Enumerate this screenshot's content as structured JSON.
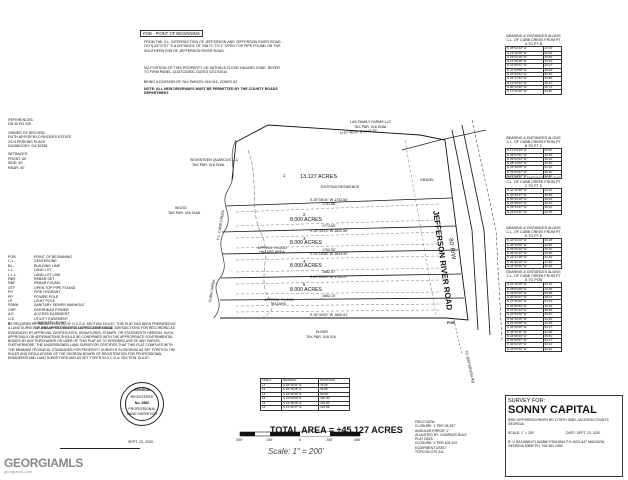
{
  "pob": {
    "title": "POB - POINT OF BEGINNING",
    "text": "FROM THE C.L. INTERSECTION OF JEFFERSON AND JEFFERSON RIVER ROAD, GO N 34°27'07\" E A DISTANCE OF 348.71' TO 1\" OPEN TOP PIPE FOUND ON THE SOUTHERN R/W OF JEFFERSON RIVER ROAD.",
    "flood": "NO PORTION OF THIS PROPERTY LIE WITHIN A FLOOD HAZARD ZONE. REFER TO FIRM PANEL 13157C0250C DATED 12/17/2010.",
    "division": "BEING A DIVISION OF TAX PARCEL 016 015, ZONED A2",
    "drive": "NOTE: ALL NEW DRIVEWAYS MUST BE PERMITTED BY THE COUNTY ROADS DEPARTMENT."
  },
  "left_info": {
    "reference": [
      "REFERENCES:",
      "DB 30 PG 225"
    ],
    "owner": [
      "OWNER OF RECORD:",
      "RUTH APPLEFIELD RHODES ESTATE",
      "2374 PERKINS PLACE",
      "DUNWOODY, GA 30338"
    ],
    "setbacks": [
      "SETBACKS:",
      "FRONT: 50'",
      "SIDE: 40'",
      "REAR: 40'"
    ]
  },
  "legend": [
    {
      "ab": "POB",
      "desc": "POINT OF BEGINNING"
    },
    {
      "ab": "C.L.",
      "desc": "CENTERLINE"
    },
    {
      "ab": "B.L.",
      "desc": "BUILDING LINE"
    },
    {
      "ab": "L.L.",
      "desc": "LAND LOT"
    },
    {
      "ab": "L.L.L.",
      "desc": "LAND LOT LINE"
    },
    {
      "ab": "RBS",
      "desc": "REBAR SET"
    },
    {
      "ab": "RBF",
      "desc": "REBAR FOUND"
    },
    {
      "ab": "OTF",
      "desc": "OPEN TOP PIPE FOUND"
    },
    {
      "ab": "FH",
      "desc": "FIRE HYDRANT"
    },
    {
      "ab": "PP",
      "desc": "POWER POLE"
    },
    {
      "ab": "LP",
      "desc": "LIGHT POLE"
    },
    {
      "ab": "SSMH",
      "desc": "SANITARY SEWER MANHOLE"
    },
    {
      "ab": "OHP",
      "desc": "OVERHEAD POWER"
    },
    {
      "ab": "A.E.",
      "desc": "ACCESS EASEMENT"
    },
    {
      "ab": "U.E.",
      "desc": "UTILITY EASEMENT"
    },
    {
      "ab": "o",
      "desc": "COMPUTED POINT"
    },
    {
      "ab": "",
      "desc": "1/2\" REBAR SET UNLESS NOTED OTHERWISE"
    }
  ],
  "certification": "AS REQUIRED BY SUBSECTION (C) OF O.C.G.A. SECTION 15-6-67, THIS PLAT HAS BEEN PREPARED BY A LAND SURVEYOR AND APPROVED BY ALL APPLICABLE LOCAL JURISDICTIONS FOR RECORDING AS EVIDENCED BY APPROVAL CERTIFICATES, SIGNATURES, STAMPS, OR STATEMENTS HEREON. SUCH APPROVALS OR AFFIRMATIONS SHOULD BE CONFIRMED WITH THE APPROPRIATE GOVERNMENTAL BODIES BY ANY PURCHASER OR USER OF THIS PLAT AS TO INTENDED USE OF ANY PARCEL. FURTHERMORE, THE UNDERSIGNED LAND SURVEYOR CERTIFIES THAT THIS PLAT COMPLIES WITH THE MINIMUM TECHNICAL STANDARDS FOR PROPERTY SURVEYS IN GEORGIA AS SET FORTH IN THE RULES AND REGULATIONS OF THE GEORGIA BOARD OF REGISTRATION FOR PROFESSIONAL ENGINEERS AND LAND SURVEYORS AND AS SET FORTH IN O.C.G.A. SECTION 15-6-67.",
  "seal": {
    "state": "GEORGIA",
    "reg": "REGISTERED",
    "num": "No. 2860",
    "role": "PROFESSIONAL",
    "role2": "LAND SURVEYOR",
    "date": "SEPT. 23, 2020"
  },
  "watermark": {
    "brand": "GEORGIAMLS",
    "sub": "georgiamls.com"
  },
  "map": {
    "acres": [
      {
        "label": "1",
        "acres": "13.127 ACRES",
        "note": "EXISTING RESIDENCE"
      },
      {
        "label": "2",
        "acres": "8.000 ACRES"
      },
      {
        "label": "3",
        "acres": "8.000 ACRES"
      },
      {
        "label": "4",
        "acres": "8.000 ACRES"
      },
      {
        "label": "5",
        "acres": "8.000 ACRES"
      }
    ],
    "bearings": [
      "N 47°46'04\" E  1443.20'",
      "S 28°08'24\" W  1703.56'",
      "S 28°34'13\" W  1622.60'",
      "S 29°18'56\" W  1614.92'",
      "S 29°20'25\" W  1752.27'",
      "S 28°44'52\" W  1660.51'"
    ],
    "distances": [
      "1741.68'",
      "1772.65'",
      "1762.92'",
      "1682.07'",
      "1652.10'"
    ],
    "road": "JEFFERSON RIVER ROAD",
    "road_rw": "80' R/W",
    "neighbors": {
      "north": "LAS FAMILY FARMS LLC",
      "north_tax": "TAX PAR. 016 018A",
      "west1": "SEVENTEEN QUARCUS LLC",
      "west1_tax": "TAX PAR. 016 016A",
      "west2": "WOOD",
      "west2_tax": "TAX PAR. 016 016A",
      "south": "ELDER",
      "south_tax": "TAX PAR. 016 016"
    },
    "misc": [
      "APPROX. FLOOD HAZARD AREA",
      "APPROX. FLOOD HAZARD",
      "POB",
      "C.L. CUBB CREEK",
      "CUBB CREEK",
      "TO JEFFERSON RD",
      "GRAVEL"
    ]
  },
  "bearing_tables": [
    {
      "title": "BEARING & DISTANCES ALONG C.L. OF CUBB CREEK FROM PT A TO PT B",
      "rows": [
        [
          "N 38°02'42\" W",
          "27.03'"
        ],
        [
          "N 19°19'05\" W",
          "52.09'"
        ],
        [
          "N 23°04'16\" W",
          "45.56'"
        ],
        [
          "N 11°26'45\" W",
          "75.43'"
        ],
        [
          "N 31°05'47\" W",
          "22.07'"
        ],
        [
          "N 37°20'58\" W",
          "39.05'"
        ],
        [
          "N 20°09'44\" W",
          "82.22'"
        ],
        [
          "N 22°17'50\" W",
          "15.88'"
        ],
        [
          "N 12°46'12\" W",
          "45.41'"
        ],
        [
          "N 30°12'40\" W",
          "28.73'"
        ],
        [
          "N 17°13'49\" W",
          "33.90'"
        ]
      ]
    },
    {
      "title": "BEARING & DISTANCES ALONG C.L. OF CUBB CREEK FROM PT B TO PT C",
      "rows": [
        [
          "N 17°04'39\" W",
          "55.65'"
        ],
        [
          "N 34°57'51\" W",
          "44.09'"
        ],
        [
          "N 29°22'23\" W",
          "35.10'"
        ],
        [
          "N 28°14'03\" W",
          "45.25'"
        ],
        [
          "N 46°38'05\" W",
          "51.02'"
        ],
        [
          "N 33°54'47\" W",
          "36.40'"
        ],
        [
          "N 21°14'37\" W",
          "34.43'"
        ]
      ]
    },
    {
      "title": "BEARING & DISTANCES ALONG C.L. OF CUBB CREEK FROM PT C TO PT D",
      "rows": [
        [
          "N 41°16'38\" W",
          "22.23'"
        ],
        [
          "N 40°30'47\" W",
          "35.86'"
        ],
        [
          "N 50°26'18\" W",
          "30.94'"
        ],
        [
          "N 26°28'03\" W",
          "44.24'"
        ],
        [
          "N 35°13'27\" W",
          "38.22'"
        ],
        [
          "N 33°03'41\" W",
          "22.78'"
        ]
      ]
    },
    {
      "title": "BEARING & DISTANCES ALONG C.L. OF CUBB CREEK FROM PT D TO PT E",
      "rows": [
        [
          "N 44°43'10\" W",
          "33.48'"
        ],
        [
          "N 45°10'09\" W",
          "22.65'"
        ],
        [
          "N 39°06'22\" W",
          "25.12'"
        ],
        [
          "N 46°12'17\" W",
          "29.68'"
        ],
        [
          "N 22°41'18\" W",
          "24.49'"
        ],
        [
          "N 29°36'40\" W",
          "47.30'"
        ],
        [
          "N 44°15'06\" W",
          "35.38'"
        ]
      ]
    },
    {
      "title": "BEARING & DISTANCES ALONG C.L. OF CUBB CREEK FROM PT E TO POB",
      "rows": [
        [
          "N 21°18'18\" W",
          "34.79'"
        ],
        [
          "N 28°54'09\" W",
          "42.35'"
        ],
        [
          "N 39°55'39\" W",
          "53.08'"
        ],
        [
          "N 20°32'07\" W",
          "35.07'"
        ],
        [
          "N 27°56'49\" W",
          "53.93'"
        ],
        [
          "N 30°55'50\" W",
          "32.34'"
        ],
        [
          "N 37°01'42\" W",
          "28.58'"
        ],
        [
          "N 34°54'06\" W",
          "35.87'"
        ],
        [
          "N 54°10'15\" W",
          "34.29'"
        ],
        [
          "N 21°39'58\" W",
          "42.08'"
        ],
        [
          "N 36°55'09\" W",
          "53.27'"
        ],
        [
          "N 45°44'11\" W",
          "41.08'"
        ],
        [
          "N 24°08'40\" W",
          "35.81'"
        ],
        [
          "N 46°26'57\" W",
          "34.17'"
        ],
        [
          "N 42°32'15\" W",
          "33.31'"
        ],
        [
          "N 43°05'20\" W",
          "26.46'"
        ]
      ]
    }
  ],
  "line_table": {
    "header": [
      "LINE #",
      "BEARING",
      "DISTANCE"
    ],
    "rows": [
      [
        "L1",
        "S 32°44'31\" E",
        "75.26'"
      ],
      [
        "L2",
        "S 32°15'28\" E",
        "99.89'"
      ],
      [
        "L3",
        "S 32°45'33\" E",
        "89.99'"
      ],
      [
        "L4",
        "S 32°03'00\" E",
        "100.00'"
      ],
      [
        "L5",
        "S 31°48'29\" E",
        "100.00'"
      ],
      [
        "L6",
        "S 31°41'57\" E",
        "124.89'"
      ]
    ]
  },
  "total_area": "TOTAL AREA = ±45.127 ACRES",
  "scale_labels": [
    "200'",
    "100'",
    "0",
    "200'",
    "400'"
  ],
  "scale_text": "Scale:  1\" = 200'",
  "field_data": [
    "FIELD DATA:",
    "CLOSURE: 1' PER 26,357'",
    "ANGULAR ERROR: 2\"",
    "ADJUSTED BY: COMPASS RULE",
    "PLAT DATA:",
    "CLOSURE: 1' PER 403,103'",
    "EQUIPMENT USED:",
    "TOPCON GTS 211"
  ],
  "title_block": {
    "survey_for": "SURVEY FOR:",
    "client": "SONNY CAPITAL",
    "addr": "5992 JEFFERSON RIVER RD  1778TH GMD, JACKSON COUNTY, GEORGIA",
    "scale": "SCALE: 1\" = 200'",
    "date": "DATE: SEPT. 23, 2020",
    "firm": "R. V. BALDWIN  PLS#2860  PS#10942  P.O. BOX 647  MADISON, GEORGIA 30650  PH: 706-342-2450"
  }
}
